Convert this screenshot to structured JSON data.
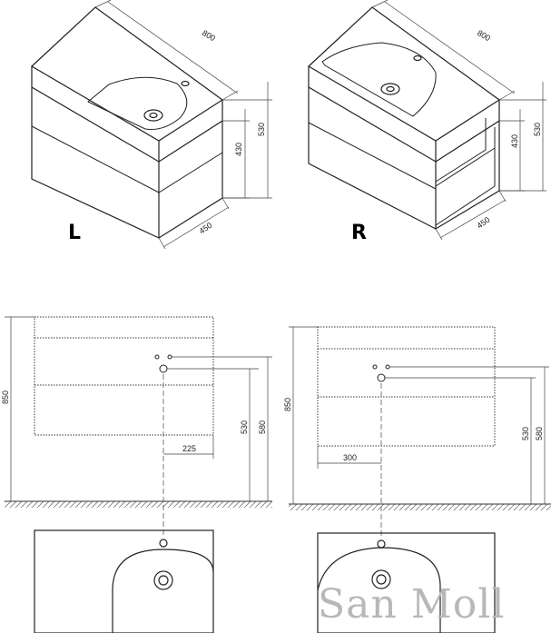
{
  "left_iso": {
    "letter": "L",
    "width": "800",
    "depth": "450",
    "height_total": "530",
    "height_inner": "430"
  },
  "right_iso": {
    "letter": "R",
    "width": "800",
    "depth": "450",
    "height_total": "530",
    "height_inner": "430"
  },
  "left_front": {
    "total_height": "850",
    "offset": "225",
    "drain_height": "530",
    "tap_height": "580"
  },
  "right_front": {
    "total_height": "850",
    "offset": "300",
    "drain_height": "530",
    "tap_height": "580"
  },
  "watermark": "San Moll"
}
